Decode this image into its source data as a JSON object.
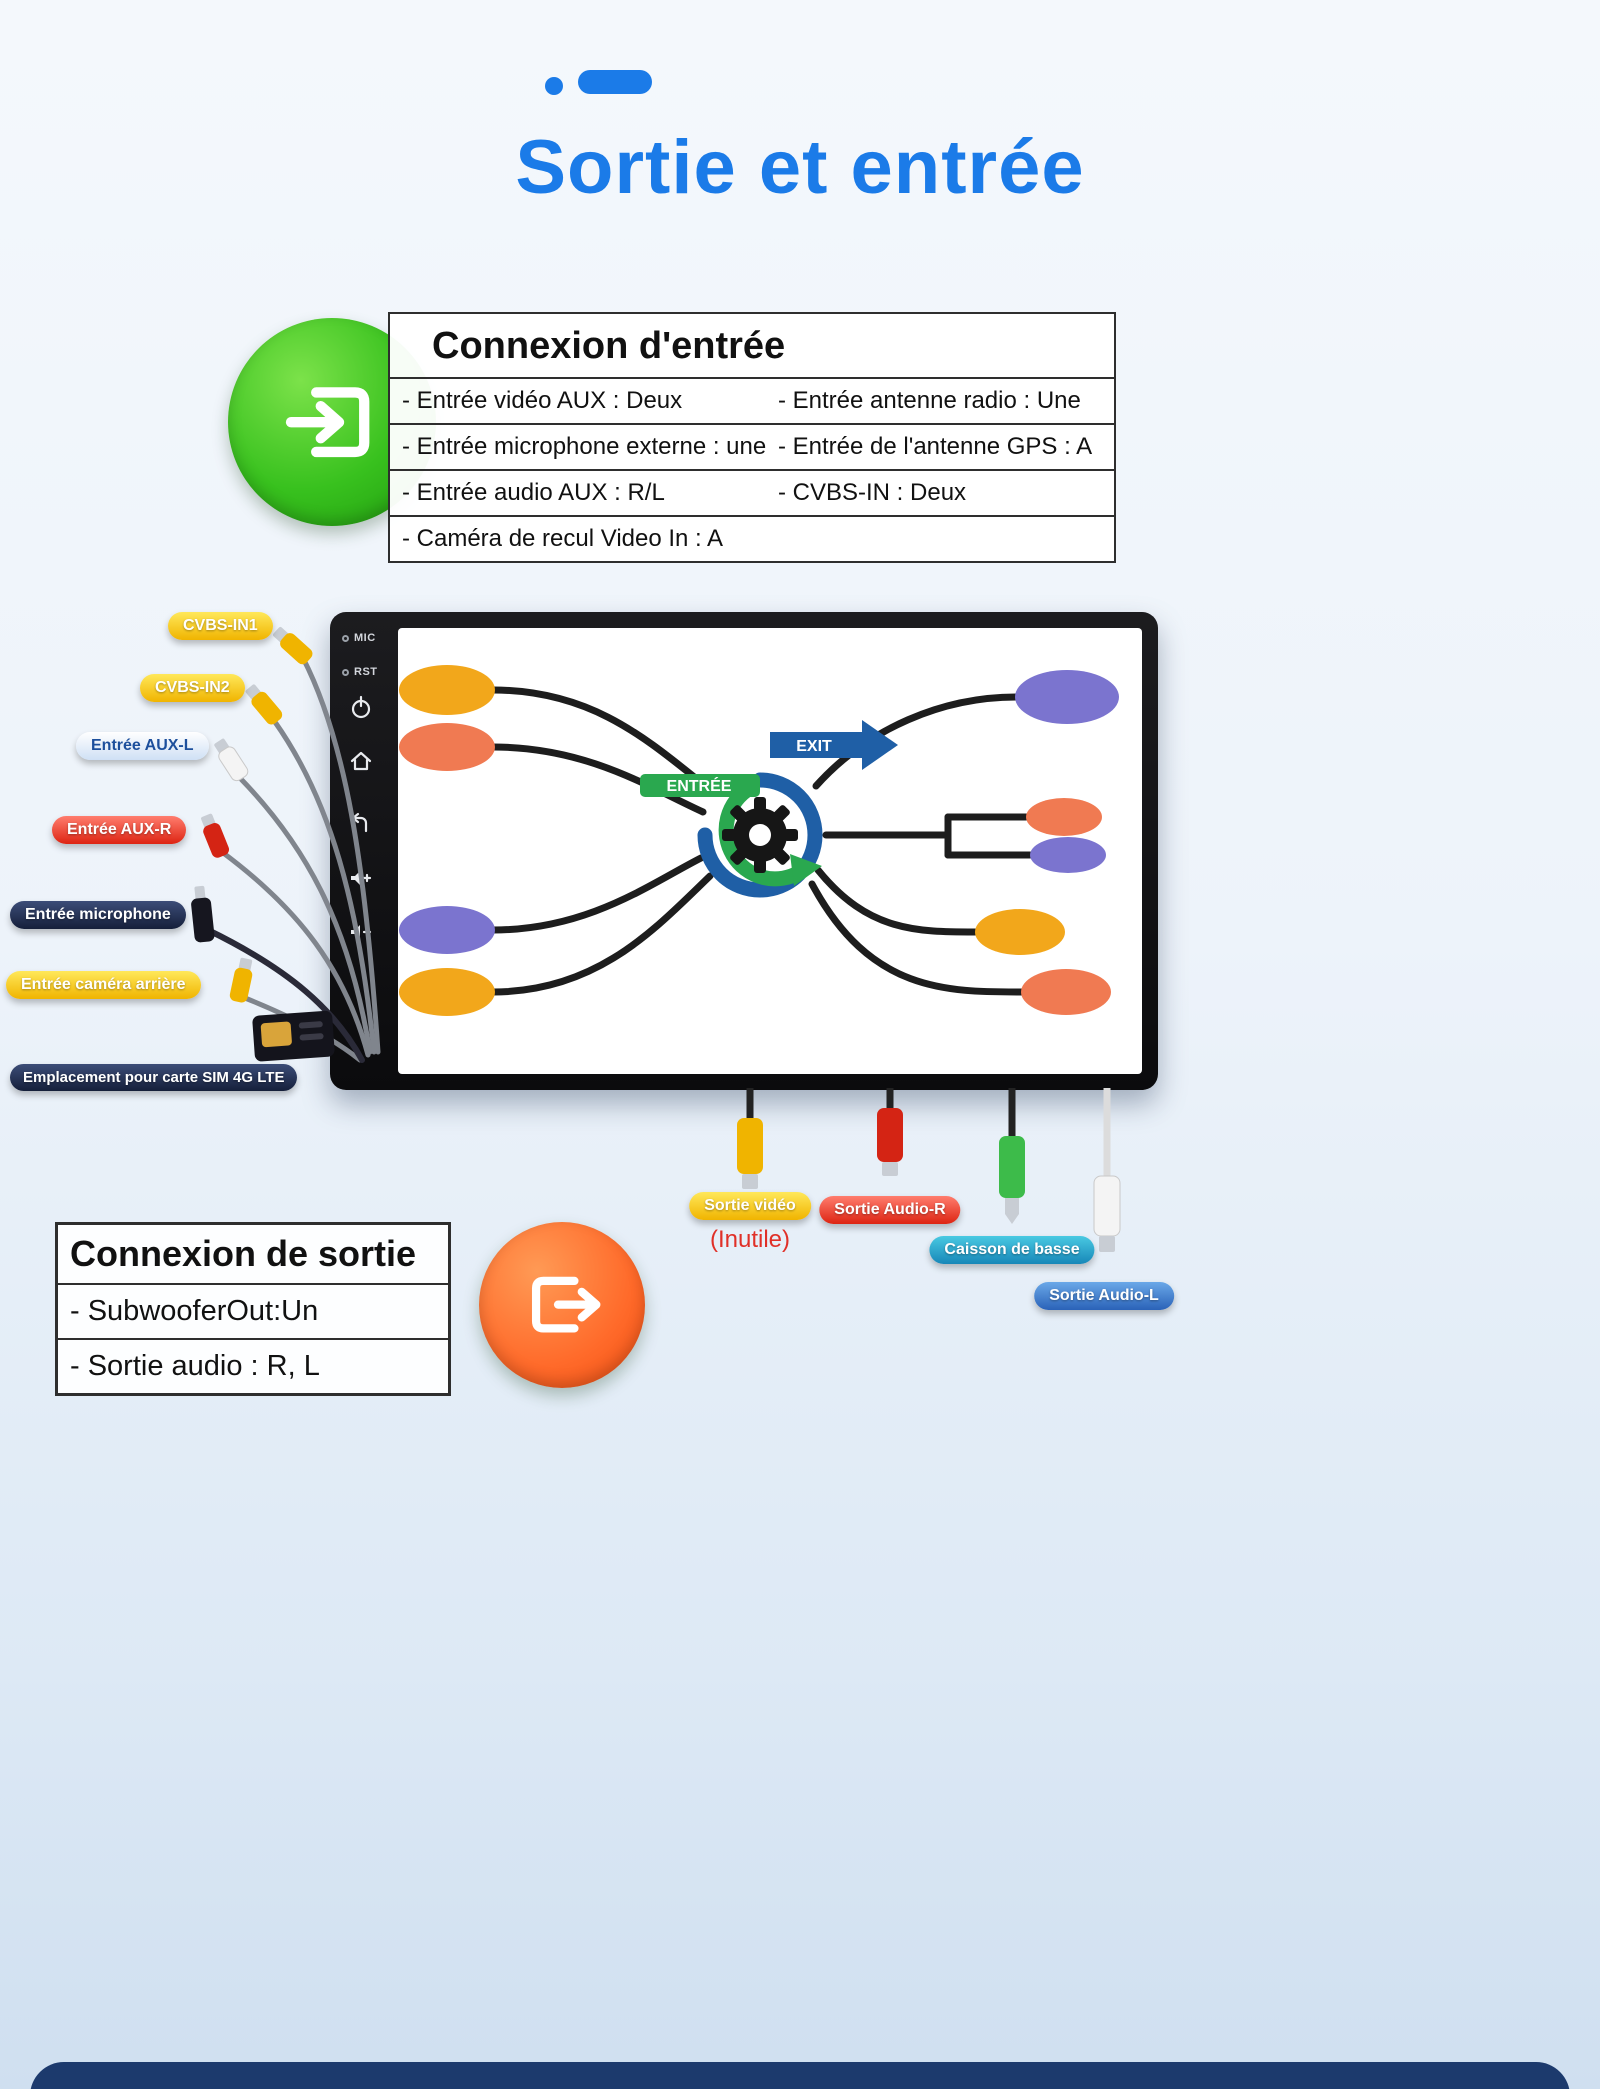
{
  "header": {
    "title": "Sortie et entrée"
  },
  "input_box": {
    "title": "Connexion d'entrée",
    "rows": [
      {
        "left": "- Entrée vidéo AUX : Deux",
        "right": "- Entrée antenne radio : Une"
      },
      {
        "left": "- Entrée microphone externe : une",
        "right": "- Entrée de l'antenne GPS : A"
      },
      {
        "left": "- Entrée audio AUX : R/L",
        "right": "- CVBS-IN : Deux"
      },
      {
        "left": "- Caméra de recul Video In : A",
        "right": ""
      }
    ]
  },
  "device": {
    "mic_label": "MIC",
    "rst_label": "RST",
    "screen": {
      "entry_label": "ENTRÉE",
      "exit_label": "EXIT"
    }
  },
  "input_pills": {
    "cvbs1": "CVBS-IN1",
    "cvbs2": "CVBS-IN2",
    "aux_l": "Entrée AUX-L",
    "aux_r": "Entrée AUX-R",
    "mic": "Entrée microphone",
    "camera": "Entrée caméra arrière",
    "sim": "Emplacement pour carte SIM 4G LTE"
  },
  "output_pills": {
    "video": "Sortie vidéo",
    "video_note": "(Inutile)",
    "audio_r": "Sortie Audio-R",
    "subwoofer": "Caisson de basse",
    "audio_l": "Sortie Audio-L"
  },
  "output_box": {
    "title": "Connexion de sortie",
    "rows": [
      "- SubwooferOut:Un",
      "- Sortie audio : R, L"
    ]
  },
  "colors": {
    "accent_blue": "#1b7be8",
    "input_green": "#38c11e",
    "output_orange": "#ff6a2a",
    "footer_navy": "#1c3a6d"
  }
}
